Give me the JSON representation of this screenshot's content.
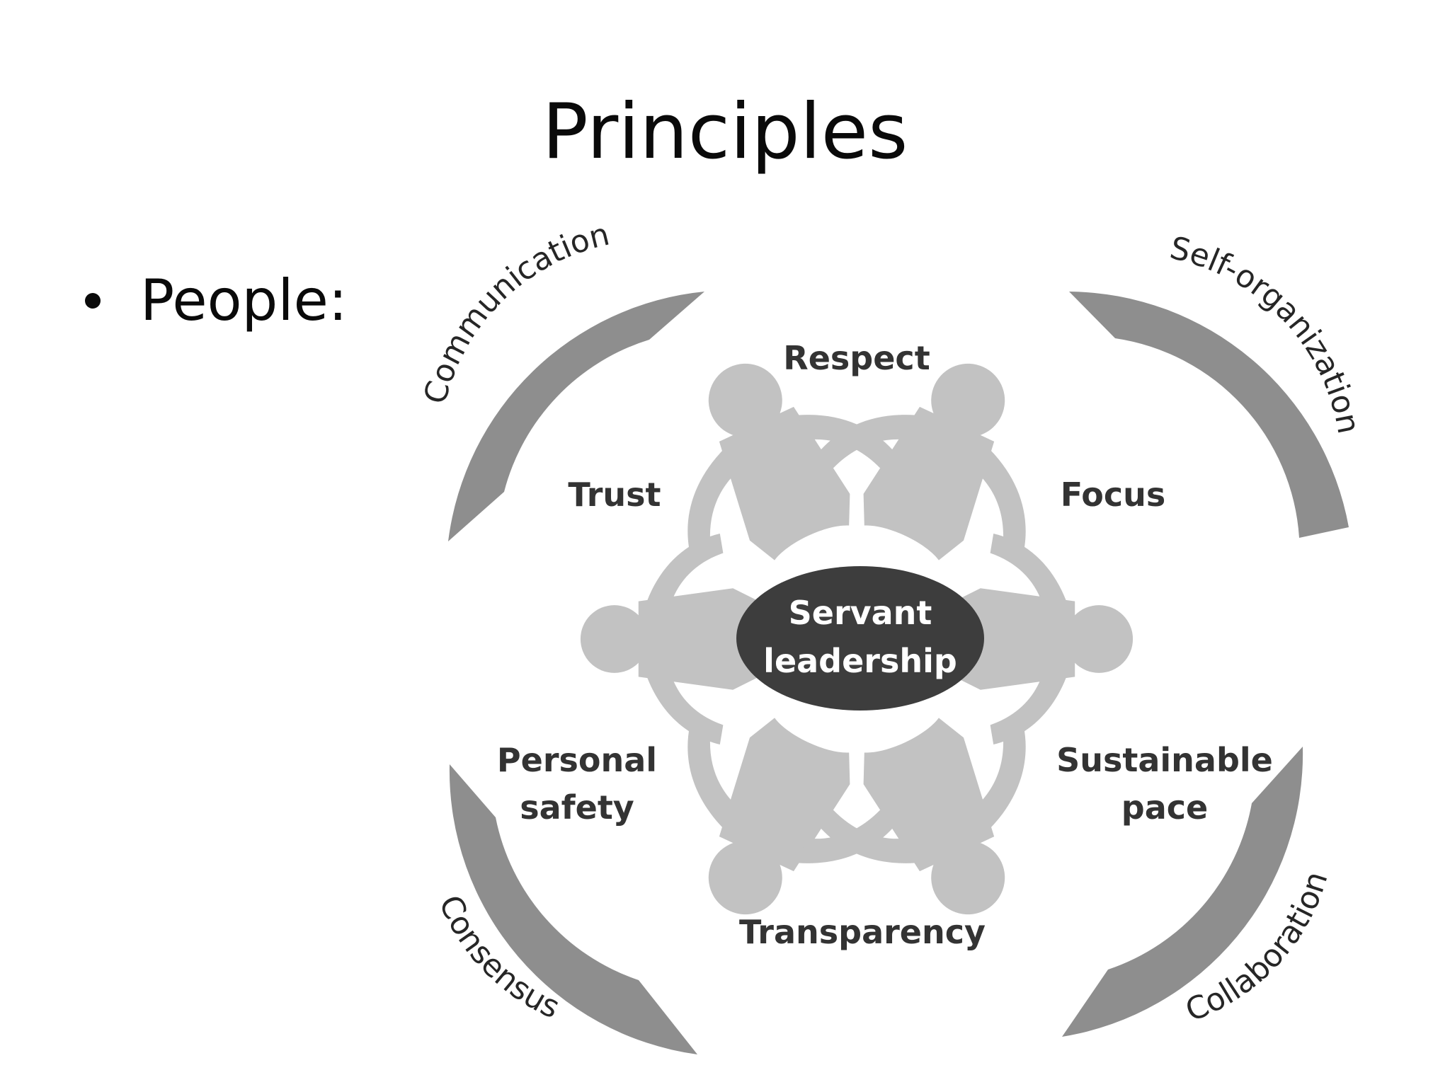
{
  "slide": {
    "title": "Principles",
    "bullets": [
      "People:"
    ]
  },
  "diagram": {
    "center": [
      "Servant",
      "leadership"
    ],
    "values": {
      "respect": "Respect",
      "trust": "Trust",
      "focus": "Focus",
      "personal_safety": [
        "Personal",
        "safety"
      ],
      "sustainable_pace": [
        "Sustainable",
        "pace"
      ],
      "transparency": "Transparency"
    },
    "arcs": {
      "top_left": "Communication",
      "top_right": "Self-organization",
      "bottom_left": "Consensus",
      "bottom_right": "Collaboration"
    },
    "colors": {
      "arc_band": "#8e8e8e",
      "person": "#c2c2c2",
      "center": "#3d3d3d"
    }
  }
}
